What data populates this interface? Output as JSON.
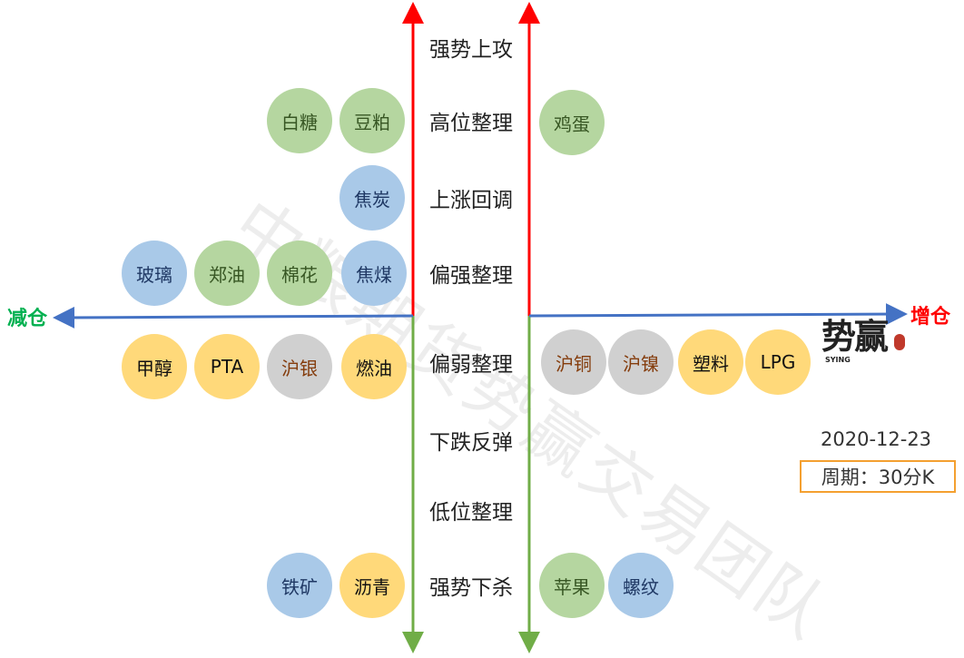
{
  "watermark": "中粮期货势赢交易团队",
  "axis": {
    "left_label": "减仓",
    "right_label": "增仓"
  },
  "rows": [
    "强势上攻",
    "高位整理",
    "上涨回调",
    "偏强整理",
    "偏弱整理",
    "下跌反弹",
    "低位整理",
    "强势下杀"
  ],
  "colors": {
    "blue": "#a9c9e8",
    "green": "#b5d6a0",
    "yellow": "#ffd97a",
    "gray": "#d0d0d0",
    "up_axis": "#ff0000",
    "down_axis": "#70ad47",
    "h_axis": "#4472c4"
  },
  "left_items": {
    "r1": [
      "白糖",
      "豆粕"
    ],
    "r2": [
      "焦炭"
    ],
    "r3": [
      "玻璃",
      "郑油",
      "棉花",
      "焦煤"
    ],
    "r4": [
      "甲醇",
      "PTA",
      "沪银",
      "燃油"
    ],
    "r7": [
      "铁矿",
      "沥青"
    ]
  },
  "right_items": {
    "r1": [
      "鸡蛋"
    ],
    "r4": [
      "沪铜",
      "沪镍",
      "塑料",
      "LPG"
    ],
    "r7": [
      "苹果",
      "螺纹"
    ]
  },
  "logo": {
    "text": "势赢",
    "sub": "SYING"
  },
  "date": "2020-12-23",
  "period": "周期：30分K"
}
